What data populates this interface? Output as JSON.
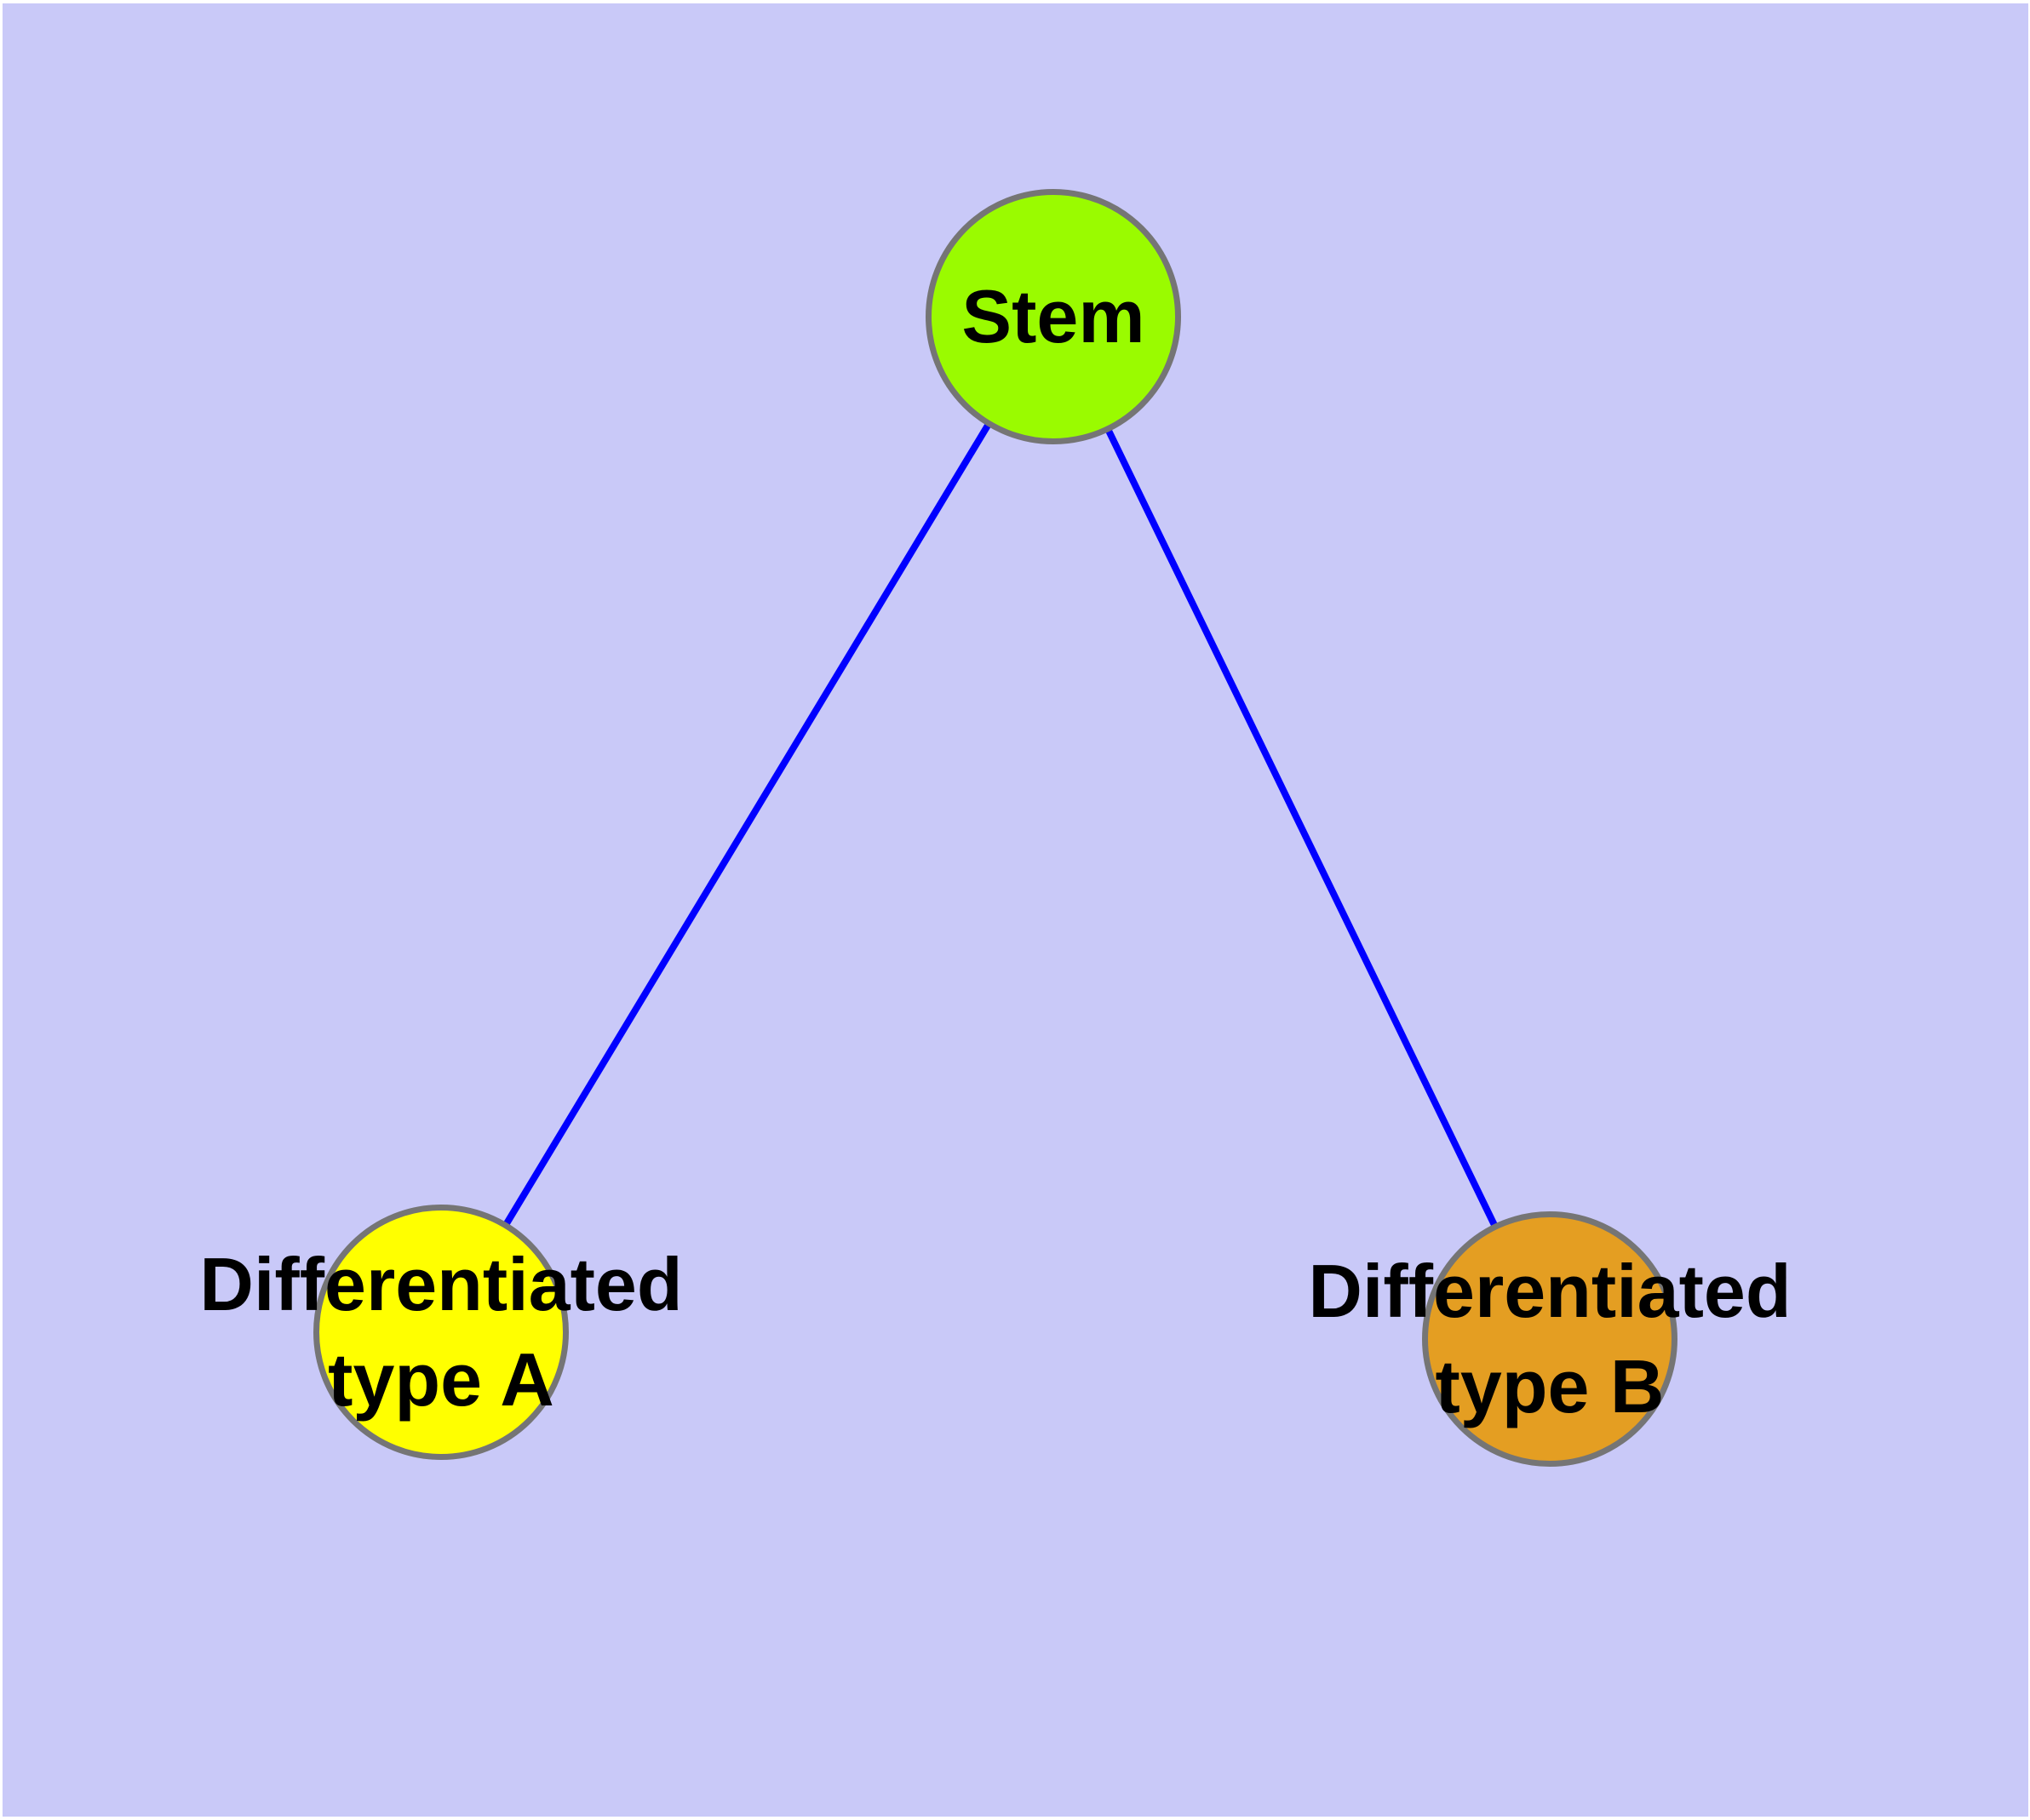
{
  "diagram": {
    "type": "node-link-graph",
    "background_color": "#C9C9F8",
    "edge_color": "#0000FF",
    "node_border_color": "#757575",
    "label_color": "#000000",
    "nodes": {
      "stem": {
        "label": "Stem",
        "fill": "#9AFB00"
      },
      "type_a": {
        "label_line1": "Differentiated",
        "label_line2": "type A",
        "fill": "#FFFF00"
      },
      "type_b": {
        "label_line1": "Differentiated",
        "label_line2": "type B",
        "fill": "#E49E22"
      }
    },
    "edges": [
      {
        "from": "Stem",
        "to": "Differentiated type A"
      },
      {
        "from": "Stem",
        "to": "Differentiated type B"
      }
    ]
  }
}
